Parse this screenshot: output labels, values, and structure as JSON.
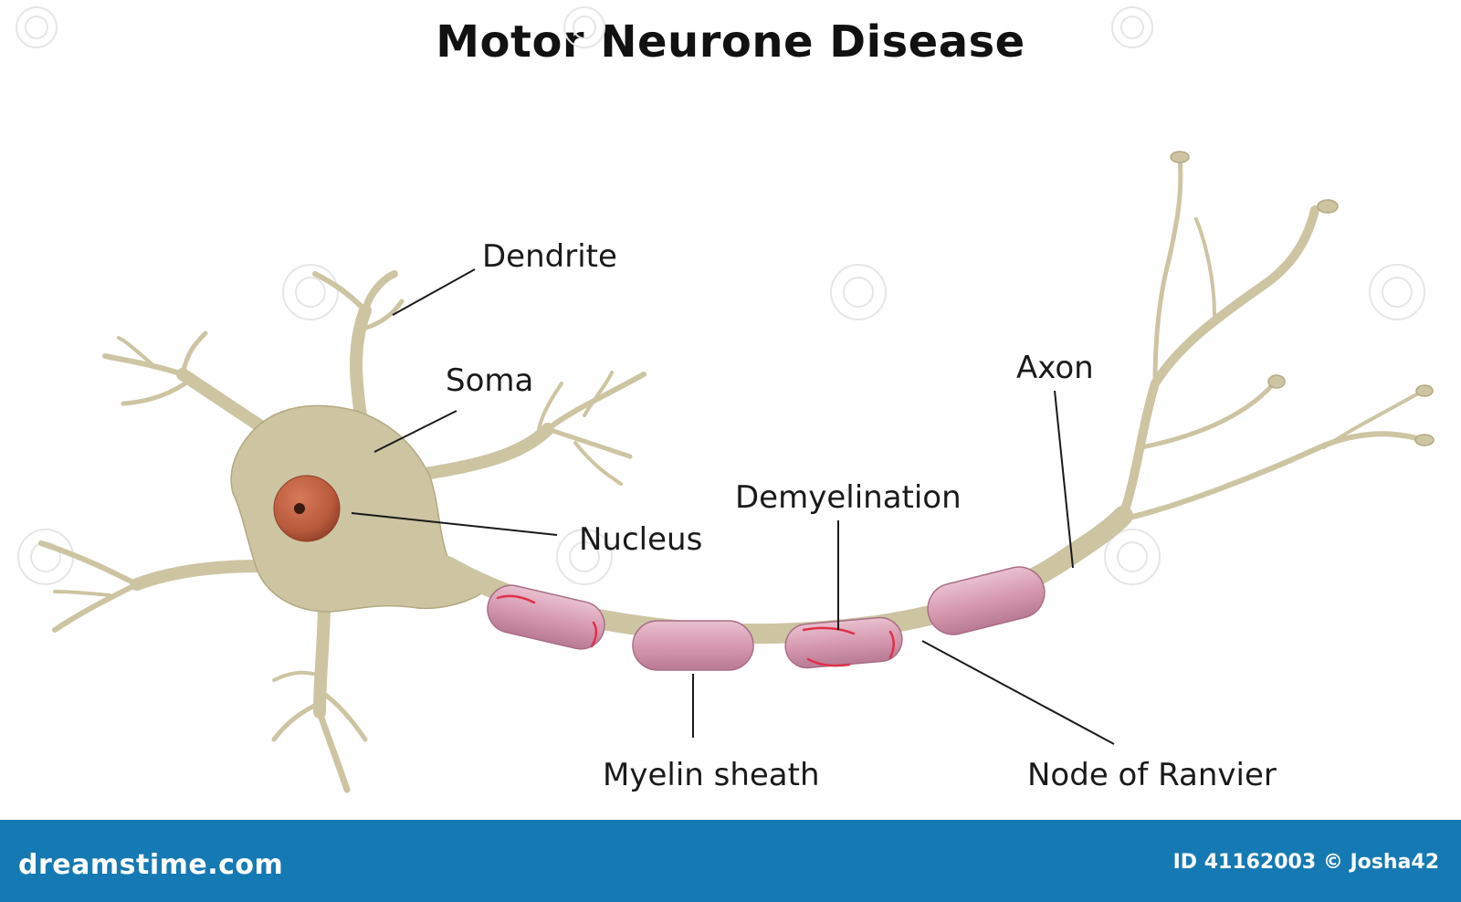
{
  "title": "Motor Neurone Disease",
  "labels": {
    "dendrite": "Dendrite",
    "soma": "Soma",
    "nucleus": "Nucleus",
    "demyelination": "Demyelination",
    "axon": "Axon",
    "myelin_sheath": "Myelin sheath",
    "node_of_ranvier": "Node of Ranvier"
  },
  "footer": {
    "brand": "dreamstime.com",
    "credit": "ID 41162003 © Josha42"
  },
  "colors": {
    "cell_body": "#cdc4a2",
    "cell_outline": "#b3a982",
    "nucleus": "#b85a3c",
    "myelin": "#d69ab0",
    "demyelination_edge": "#e0304a",
    "footer_band": "#1579b3"
  }
}
